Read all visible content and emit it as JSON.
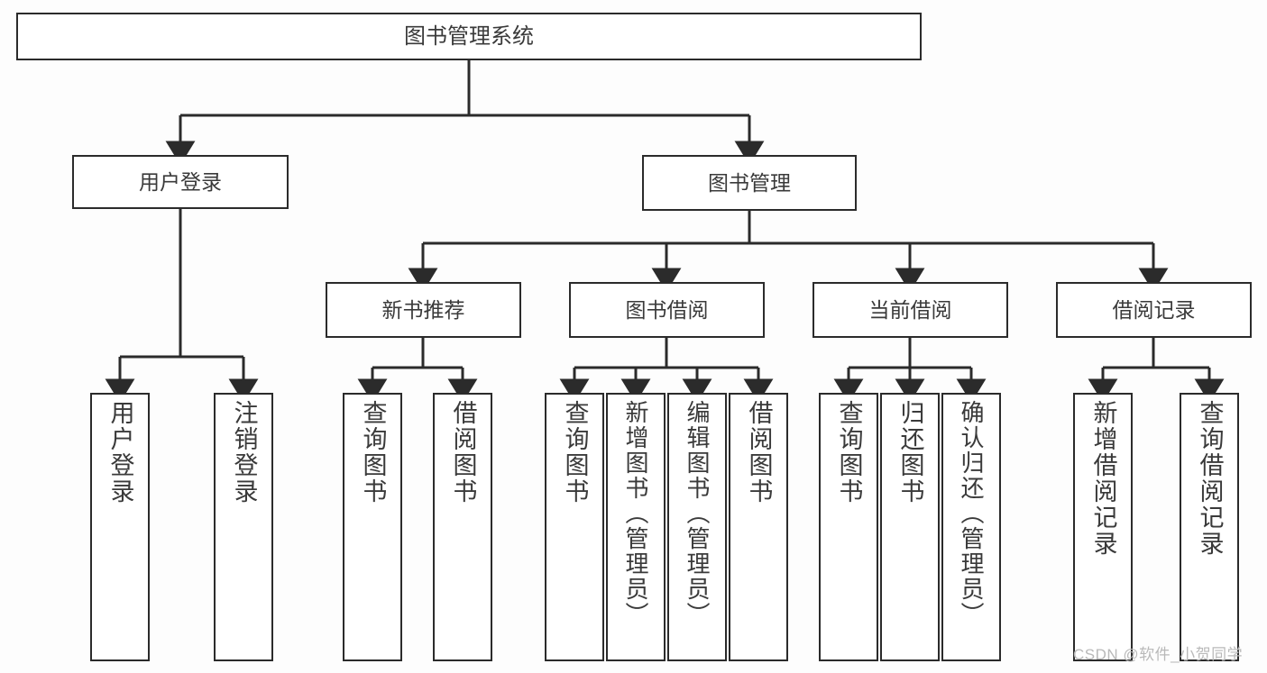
{
  "diagram": {
    "type": "tree",
    "title": "图书管理系统",
    "watermark": "CSDN @软件_小贺同学",
    "colors": {
      "box_border": "#2b2b2b",
      "box_fill": "#ffffff",
      "text": "#3a3a3a",
      "edge": "#2b2b2b",
      "background": "#fdfdfd",
      "watermark": "#b9b9b9"
    },
    "root": {
      "label": "图书管理系统"
    },
    "level2": [
      {
        "label": "用户登录"
      },
      {
        "label": "图书管理"
      }
    ],
    "level3": [
      {
        "label": "新书推荐"
      },
      {
        "label": "图书借阅"
      },
      {
        "label": "当前借阅"
      },
      {
        "label": "借阅记录"
      }
    ],
    "leaves": {
      "user_login": [
        {
          "label": "用户登录"
        },
        {
          "label": "注销登录"
        }
      ],
      "new_book": [
        {
          "label": "查询图书"
        },
        {
          "label": "借阅图书"
        }
      ],
      "book_borrow": [
        {
          "label": "查询图书"
        },
        {
          "label": "新增图书（管理员）"
        },
        {
          "label": "编辑图书（管理员）"
        },
        {
          "label": "借阅图书"
        }
      ],
      "current_borrow": [
        {
          "label": "查询图书"
        },
        {
          "label": "归还图书"
        },
        {
          "label": "确认归还（管理员）"
        }
      ],
      "borrow_record": [
        {
          "label": "新增借阅记录"
        },
        {
          "label": "查询借阅记录"
        }
      ]
    }
  }
}
